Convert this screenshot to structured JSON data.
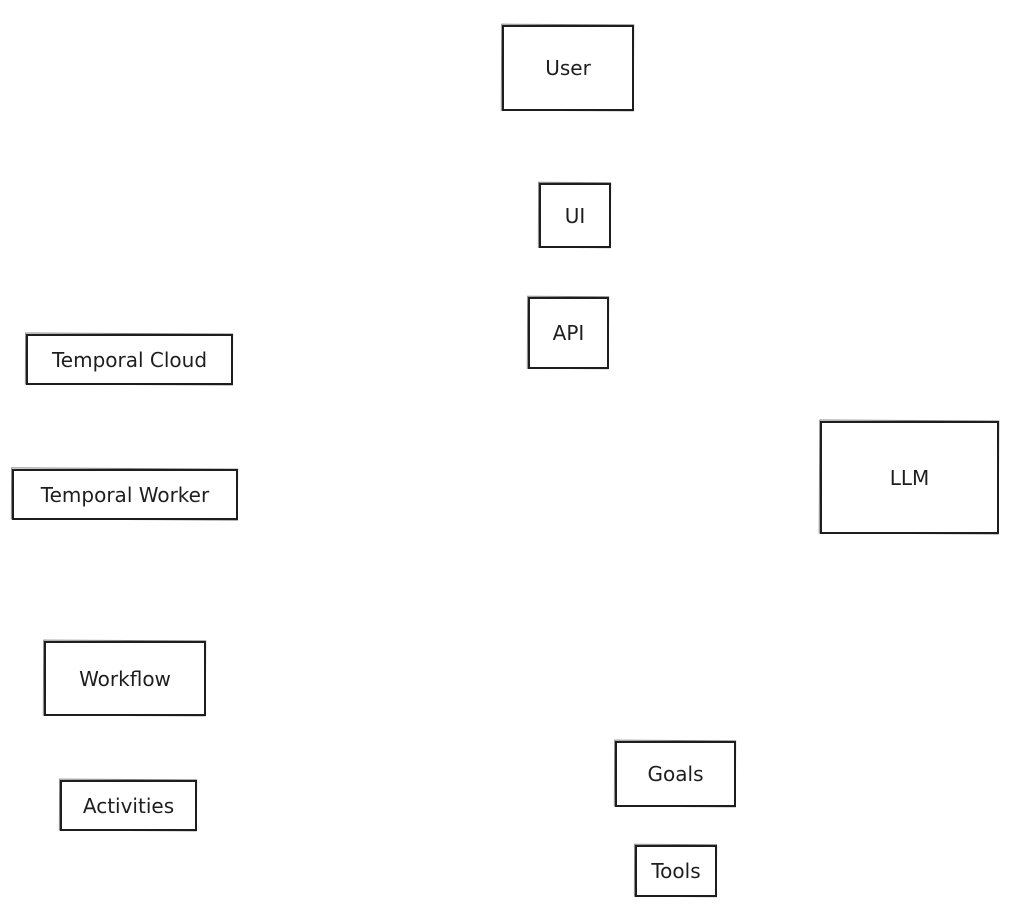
{
  "nodes": {
    "user": "User",
    "ui": "UI",
    "api": "API",
    "temporal_cloud": "Temporal Cloud",
    "temporal_worker": "Temporal Worker",
    "llm": "LLM",
    "workflow": "Workflow",
    "activities": "Activities",
    "goals": "Goals",
    "tools": "Tools"
  }
}
